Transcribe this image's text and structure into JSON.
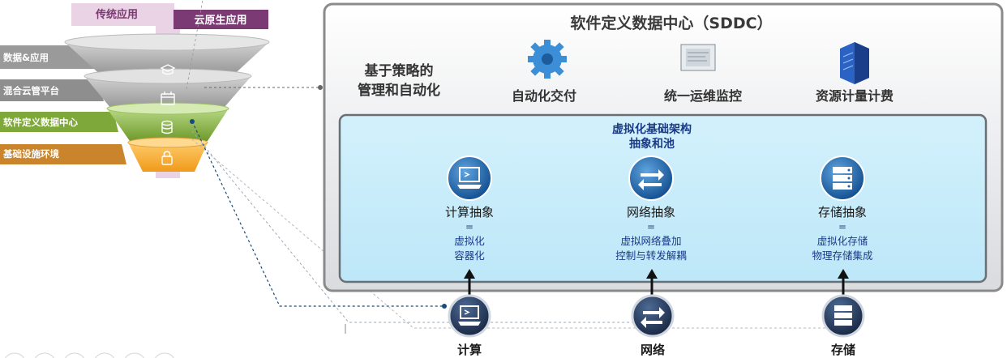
{
  "funnel": {
    "top_left_tag": "传统应用",
    "top_right_tag": "云原生应用",
    "layers": [
      {
        "label": "数据&应用",
        "icon": "graduation-cap-icon"
      },
      {
        "label": "混合云管平台",
        "icon": "calendar-icon"
      },
      {
        "label": "软件定义数据中心",
        "icon": "database-icon"
      },
      {
        "label": "基础设施环境",
        "icon": "lock-icon"
      }
    ]
  },
  "sddc": {
    "title": "软件定义数据中心（SDDC）",
    "policy_line1": "基于策略的",
    "policy_line2": "管理和自动化",
    "services": [
      {
        "label": "自动化交付",
        "icon": "gear-icon"
      },
      {
        "label": "统一运维监控",
        "icon": "monitor-panel-icon"
      },
      {
        "label": "资源计量计费",
        "icon": "server-building-icon"
      }
    ],
    "infra_title1": "虚拟化基础架构",
    "infra_title2": "抽象和池",
    "columns": [
      {
        "name": "计算抽象",
        "eq": "=",
        "desc1": "虚拟化",
        "desc2": "容器化",
        "icon": "laptop-icon",
        "bottom": "计算"
      },
      {
        "name": "网络抽象",
        "eq": "=",
        "desc1": "虚拟网络叠加",
        "desc2": "控制与转发解耦",
        "icon": "exchange-arrows-icon",
        "bottom": "网络"
      },
      {
        "name": "存储抽象",
        "eq": "=",
        "desc1": "虚拟化存储",
        "desc2": "物理存储集成",
        "icon": "storage-stack-icon",
        "bottom": "存储"
      }
    ]
  },
  "colors": {
    "panel_border": "#8a8a8a",
    "inner_fill": "#c5ecfb",
    "infra_title": "#1a3a8a",
    "icon_blue": "#1a5fa8",
    "icon_navy": "#1e2f4f",
    "tag_pink": "#e9d3e4",
    "tag_purple": "#7b3a73",
    "layer_gray": "#9a9a9a",
    "layer_green": "#7fa83a",
    "layer_orange": "#c9842c"
  }
}
